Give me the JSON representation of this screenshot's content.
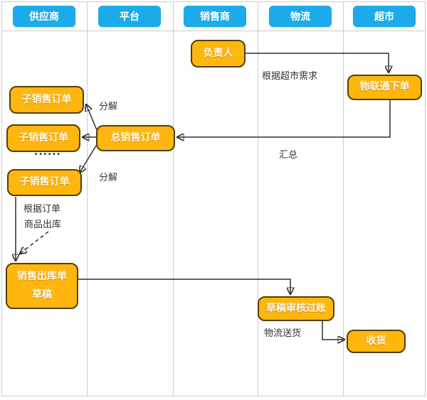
{
  "diagram": {
    "lanes": [
      {
        "label": "供应商"
      },
      {
        "label": "平台"
      },
      {
        "label": "销售商"
      },
      {
        "label": "物流"
      },
      {
        "label": "超市"
      }
    ],
    "nodes": {
      "person_in_charge": {
        "label": "负责人"
      },
      "iot_order": {
        "label": "物联通下单"
      },
      "sub_order_1": {
        "label": "子销售订单"
      },
      "sub_order_2": {
        "label": "子销售订单"
      },
      "sub_order_3": {
        "label": "子销售订单"
      },
      "total_order": {
        "label": "总销售订单"
      },
      "outbound_draft": {
        "label": "销售出库单\n草稿"
      },
      "draft_review": {
        "label": "草稿审核过账"
      },
      "receive_goods": {
        "label": "收货"
      }
    },
    "annotations": {
      "per_market_demand": {
        "label": "根据超市需求"
      },
      "decompose_1": {
        "label": "分解"
      },
      "ellipsis": {
        "label": "......"
      },
      "decompose_2": {
        "label": "分解"
      },
      "summarize": {
        "label": "汇总"
      },
      "per_order": {
        "label": "根据订单"
      },
      "goods_outbound": {
        "label": "商品出库"
      },
      "logistics_delivery": {
        "label": "物流送货"
      }
    },
    "colors": {
      "lane_header_fill": "#1cabe8",
      "node_fill": "#ffb60f",
      "node_border": "#52400a",
      "node_text": "#fffbe8",
      "arrow": "#2e2e2e",
      "grid_line": "#cccccc",
      "label_text": "#333333"
    }
  }
}
